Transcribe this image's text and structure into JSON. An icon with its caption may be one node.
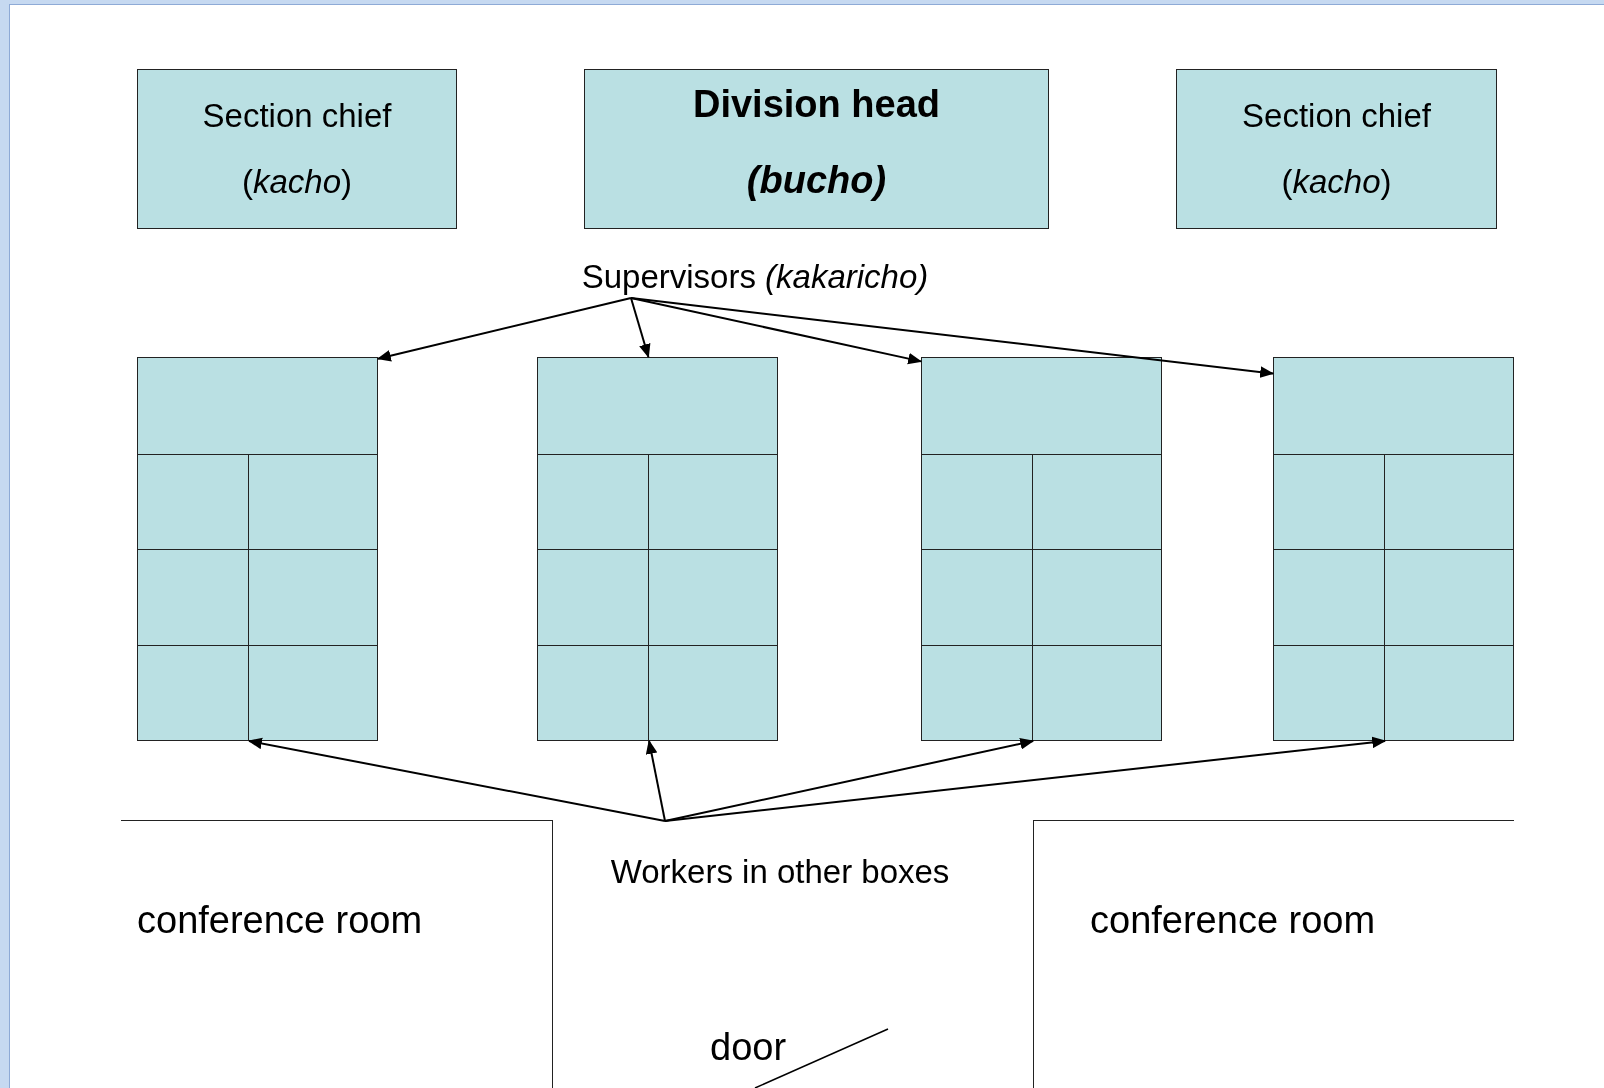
{
  "diagram": {
    "nodes": [
      {
        "text": [
          "Section chief",
          "(*kacho*)"
        ]
      },
      {
        "text": [
          "Division head",
          "(bucho)"
        ]
      },
      {
        "text": [
          "Section chief",
          "(*kacho*)"
        ]
      },
      {
        "text": [
          "Supervisors *(kakaricho)*"
        ]
      },
      {
        "text": [],
        "shape": "box"
      },
      {
        "text": [],
        "shape": "box"
      },
      {
        "text": [],
        "shape": "box"
      },
      {
        "text": [],
        "shape": "box"
      },
      {
        "text": [
          "Workers in other boxes"
        ]
      },
      {
        "text": [
          "conference room"
        ]
      },
      {
        "text": [
          "conference room"
        ]
      }
    ],
    "edges": [
      {
        "from": 3,
        "to": 4,
        "arrow": "to"
      },
      {
        "from": 3,
        "to": 5,
        "arrow": "to"
      },
      {
        "from": 3,
        "to": 6,
        "arrow": "to"
      },
      {
        "from": 3,
        "to": 7,
        "arrow": "to"
      },
      {
        "from": 8,
        "to": 4,
        "arrow": "to"
      },
      {
        "from": 8,
        "to": 5,
        "arrow": "to"
      },
      {
        "from": 8,
        "to": 6,
        "arrow": "to"
      },
      {
        "from": 8,
        "to": 7,
        "arrow": "to"
      }
    ],
    "labels": [
      "door"
    ]
  }
}
